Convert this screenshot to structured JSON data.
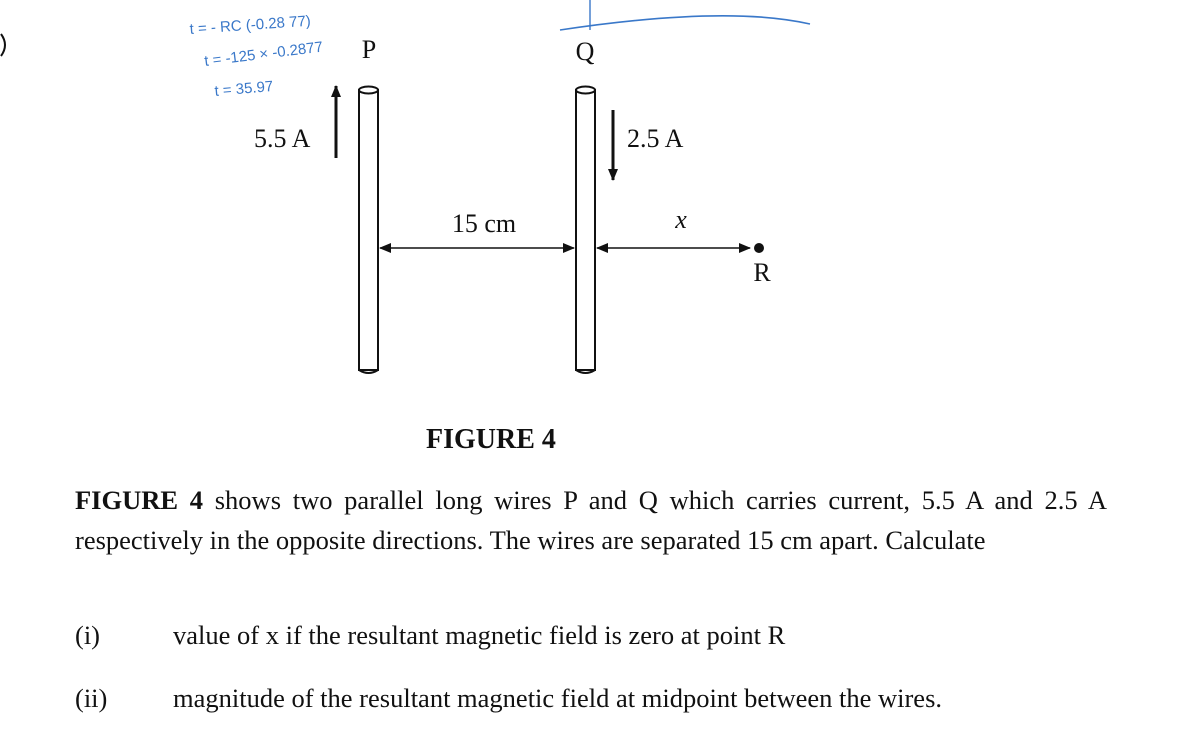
{
  "annotations": {
    "line1": "t = - RC (-0.28 77)",
    "line2": "t = -125 × -0.2877",
    "line3": "t = 35.97"
  },
  "figure": {
    "wire_p_label": "P",
    "wire_q_label": "Q",
    "current_p": "5.5 A",
    "current_q": "2.5 A",
    "separation": "15 cm",
    "distance_x": "x",
    "point_label": "R",
    "caption": "FIGURE 4"
  },
  "question": {
    "ref_bold": "FIGURE 4",
    "body": " shows two parallel long wires P and Q which carries current, 5.5 A and 2.5 A respectively in the opposite directions. The wires are separated 15 cm apart. Calculate",
    "parts": [
      {
        "num": "(i)",
        "text": "value of x if the resultant magnetic field is zero at point R"
      },
      {
        "num": "(ii)",
        "text": "magnitude of the resultant magnetic field at midpoint between the wires."
      }
    ]
  },
  "colors": {
    "ink": "#111111",
    "handwriting": "#3a78c9"
  }
}
